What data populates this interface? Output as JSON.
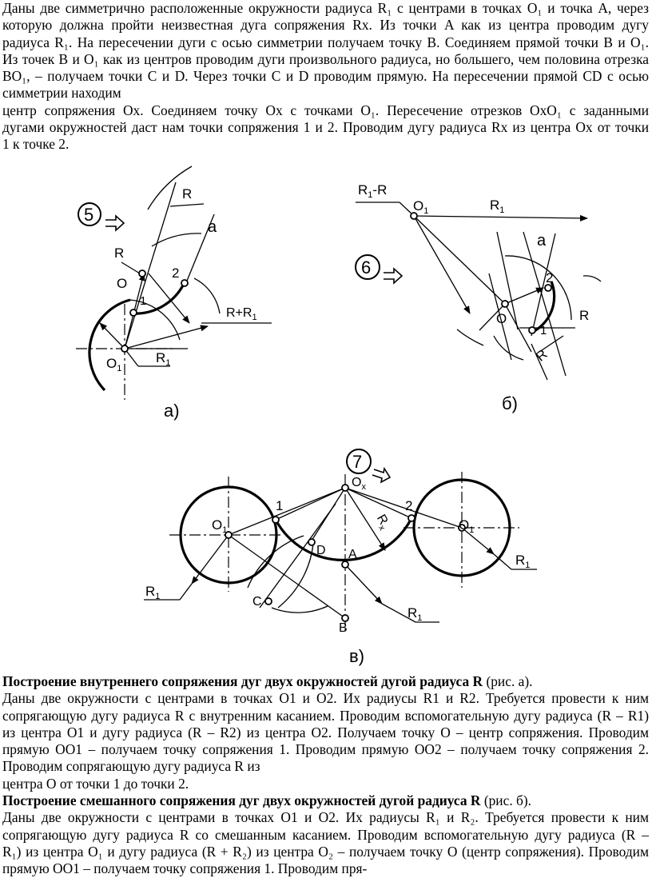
{
  "intro": {
    "lines": [
      "Даны две симметрично расположенные окружности радиуса R₁ с центрами в точках O₁ и точка A, через",
      "которую должна пройти неизвестная дуга сопряжения Rx. Из точки A как из центра проводим дугу",
      "радиуса R₁. На пересечении дуги с осью симметрии получаем точку B. Соединяем прямой точки B и O₁.",
      "Из точек B и O₁ как из центров проводим дуги произвольного радиуса, но большего, чем половина отрезка",
      "BO₁, – получаем точки C и D. Через точки C и D проводим прямую. На пересечении прямой CD с осью",
      "симметрии находим",
      "центр сопряжения Ox. Соединяем точку Ox с точками O₁. Пересечение отрезков OxO₁ с заданными",
      "дугами окружностей даст нам точки сопряжения 1 и 2. Проводим дугу радиуса Rx из центра Ox от точки",
      "1 к точке 2."
    ]
  },
  "figures": {
    "a": {
      "badge": "5",
      "caption": "а)",
      "labels": {
        "R_dim": "R",
        "a": "a",
        "R": "R",
        "O": "O",
        "pt2": "2",
        "pt1": "1",
        "RR1": "R+R",
        "RR1_sub": "1",
        "O1": "O",
        "O1_sub": "1",
        "R1": "R",
        "R1_sub": "1"
      }
    },
    "b": {
      "badge": "6",
      "caption": "б)",
      "labels": {
        "R1mR": "R",
        "R1mR_sub": "1",
        "R1mR_tail": "-R",
        "O1": "O",
        "O1_sub": "1",
        "R1": "R",
        "R1_sub": "1",
        "a": "a",
        "pt2": "2",
        "O": "O",
        "R": "R",
        "pt1": "1",
        "R_dim": "R"
      }
    },
    "c": {
      "badge": "7",
      "caption": "в)",
      "labels": {
        "Ox": "O",
        "Ox_sub": "x",
        "pt1": "1",
        "pt2": "2",
        "O1L": "O",
        "O1L_sub": "1",
        "O1R": "O",
        "O1R_sub": "1",
        "Rx": "R",
        "Rx_sub": "x",
        "D": "D",
        "A": "A",
        "C": "C",
        "B": "B",
        "R1L": "R",
        "R1L_sub": "1",
        "R1M": "R",
        "R1M_sub": "1",
        "R1R": "R",
        "R1R_sub": "1"
      }
    }
  },
  "section1": {
    "title": "Построение внутреннего сопряжения дуг двух окружностей дугой радиуса R",
    "ref": " (рис. а).",
    "lines": [
      "Даны две окружности с центрами в точках O1 и O2. Их радиусы R1 и R2. Требуется провести к ним",
      "сопрягающую дугу радиуса R с внутренним касанием. Проводим вспомогательную дугу радиуса (R – R1)",
      "из центра O1 и дугу радиуса (R – R2) из центра O2. Получаем точку O – центр сопряжения. Проводим",
      "прямую OO1 – получаем точку сопряжения 1. Проводим прямую OO2 – получаем точку сопряжения 2.",
      "Проводим сопрягающую дугу радиуса R из",
      "центра O от точки 1 до точки 2."
    ]
  },
  "section2": {
    "title": "Построение смешанного сопряжения дуг двух окружностей дугой радиуса R",
    "ref": " (рис. б).",
    "lines": [
      "Даны две окружности с центрами в точках O1 и O2. Их радиусы R₁ и R₂. Требуется провести к ним",
      "сопрягающую дугу радиуса R со смешанным касанием. Проводим вспомогательную дугу радиуса (R –",
      "R₁) из центра O₁ и дугу радиуса (R + R₂) из центра O₂ – получаем точку O (центр сопряжения). Проводим",
      "прямую OO1 – получаем точку сопряжения 1. Проводим пря-"
    ]
  }
}
